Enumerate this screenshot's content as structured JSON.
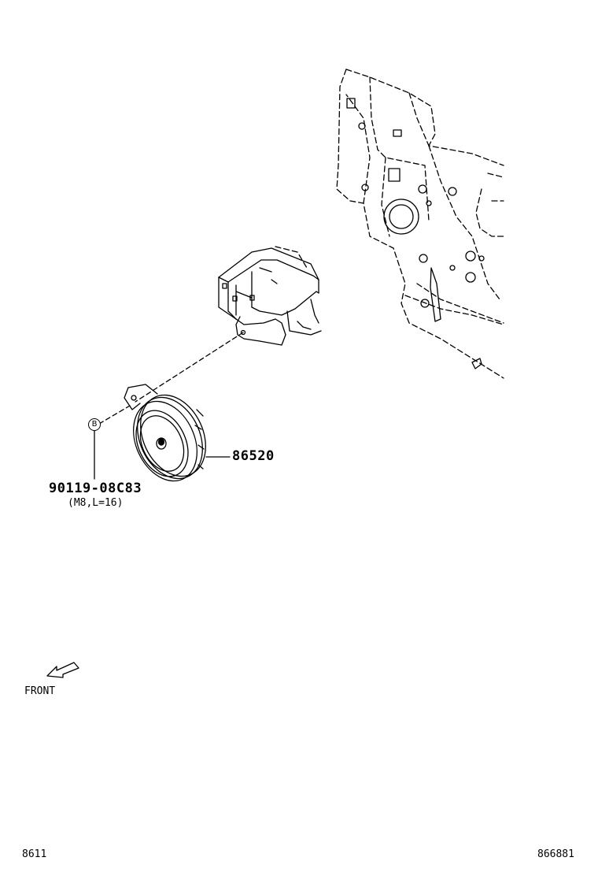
{
  "labels": {
    "horn_part_number": "86520",
    "bolt_part_number": "90119-08C83",
    "bolt_spec": "(M8,L=16)",
    "bolt_callout": "B",
    "front_label": "FRONT",
    "figure_number": "8611",
    "drawing_number": "866881"
  }
}
